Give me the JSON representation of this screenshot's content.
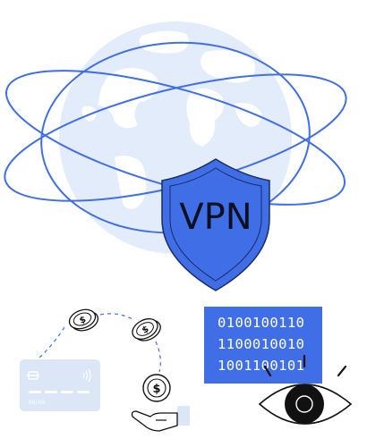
{
  "shield": {
    "label": "VPN"
  },
  "binary_panel": {
    "lines": [
      "0100100110",
      "1100010010",
      "1001100101"
    ]
  },
  "card": {
    "expiry_text": "00/00"
  },
  "payment": {
    "currency_symbol": "$"
  },
  "colors": {
    "accent_blue": "#3f6ee6",
    "light_blue": "#e3ecfb",
    "card_blue": "#dbe6f7",
    "outline": "#111111"
  }
}
